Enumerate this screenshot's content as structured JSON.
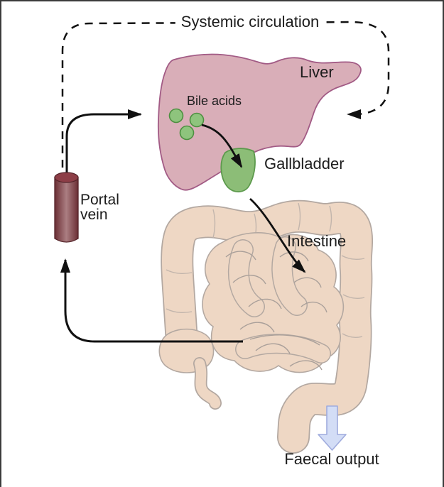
{
  "diagram": {
    "labels": {
      "systemic_circulation": "Systemic circulation",
      "liver": "Liver",
      "bile_acids": "Bile acids",
      "gallbladder": "Gallbladder",
      "portal_vein_line1": "Portal",
      "portal_vein_line2": "vein",
      "intestine": "Intestine",
      "faecal_output": "Faecal output"
    },
    "colors": {
      "liver_fill": "#d9aeb8",
      "liver_outline": "#a25b85",
      "gallbladder_fill": "#8cbd77",
      "gallbladder_outline": "#5d9a4d",
      "bile_acid_fill": "#8ec47d",
      "bile_acid_outline": "#4e8f41",
      "intestine_fill": "#eed7c4",
      "intestine_outline": "#b3a8a1",
      "portal_vein_dark": "#6a2e34",
      "portal_vein_light": "#ab7e82",
      "portal_vein_top": "#8d3e47",
      "portal_vein_edge": "#55242a",
      "faecal_arrow_fill": "#d3ddf6",
      "faecal_arrow_outline": "#9fabdd",
      "line": "#111111"
    }
  }
}
